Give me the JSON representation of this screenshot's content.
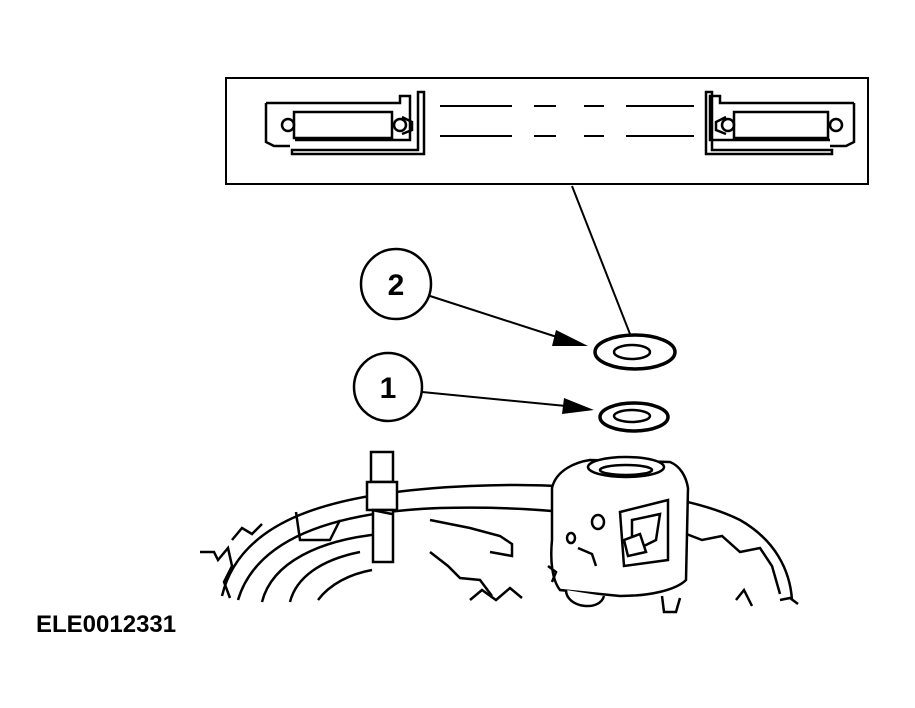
{
  "diagram": {
    "callouts": [
      {
        "id": "callout-1",
        "label": "1"
      },
      {
        "id": "callout-2",
        "label": "2"
      }
    ],
    "reference_code": "ELE0012331",
    "colors": {
      "ink": "#000000",
      "paper": "#ffffff"
    }
  }
}
